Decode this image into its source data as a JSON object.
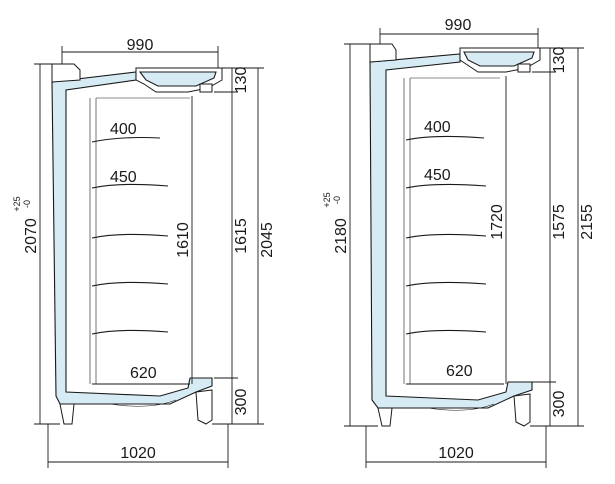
{
  "units": [
    {
      "top_width": "990",
      "top_height": "130",
      "shelf_labels": [
        "400",
        "450"
      ],
      "inner_height": "1610",
      "display_height": "1615",
      "body_height": "2045",
      "bottom_depth": "620",
      "base_height": "300",
      "base_width": "1020",
      "total_height": "2070",
      "tolerance_upper": "+25",
      "tolerance_lower": "-0"
    },
    {
      "top_width": "990",
      "top_height": "130",
      "shelf_labels": [
        "400",
        "450"
      ],
      "inner_height": "1720",
      "display_height": "1575",
      "body_height": "2155",
      "bottom_depth": "620",
      "base_height": "300",
      "base_width": "1020",
      "total_height": "2180",
      "tolerance_upper": "+25",
      "tolerance_lower": "-0"
    }
  ]
}
